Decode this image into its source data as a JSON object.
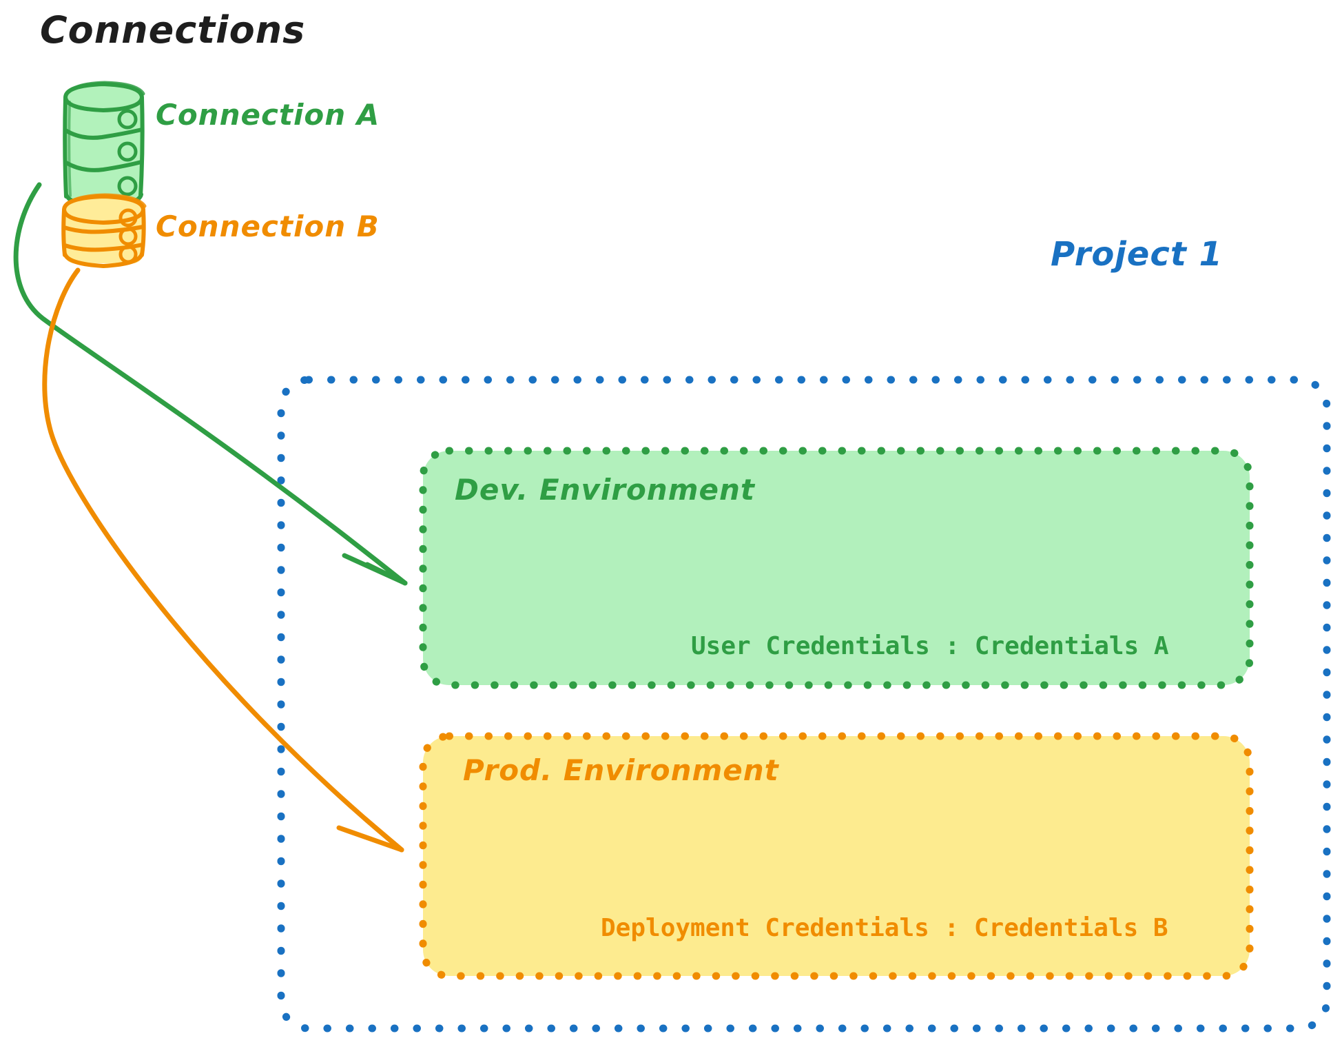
{
  "diagram": {
    "title": "Connections",
    "connections": [
      {
        "label": "Connection A",
        "icon": "database-cylinder-icon",
        "color": "#2f9e44",
        "fill": "#b2f2bb"
      },
      {
        "label": "Connection B",
        "icon": "database-cylinder-icon",
        "color": "#f08c00",
        "fill": "#ffec99"
      }
    ],
    "project": {
      "label": "Project 1",
      "color": "#1971c2",
      "border_style": "dotted",
      "environments": [
        {
          "name": "Dev. Environment",
          "credentials_label": "User Credentials : Credentials A",
          "color": "#2f9e44",
          "fill": "#b2f0bc",
          "border_style": "dotted"
        },
        {
          "name": "Prod. Environment",
          "credentials_label": "Deployment Credentials : Credentials B",
          "color": "#f08c00",
          "fill": "#fdeb8f",
          "border_style": "dotted"
        }
      ]
    },
    "arrows": [
      {
        "name": "arrow-connection-a-to-dev",
        "from": "Connection A",
        "to": "Dev. Environment",
        "color": "#2f9e44"
      },
      {
        "name": "arrow-connection-b-to-prod",
        "from": "Connection B",
        "to": "Prod. Environment",
        "color": "#f08c00"
      }
    ],
    "colors": {
      "green_stroke": "#2f9e44",
      "green_fill": "#b2f0bc",
      "orange_stroke": "#f08c00",
      "orange_fill": "#fdeb8f",
      "blue_stroke": "#1971c2",
      "text_black": "#1e1e1e"
    }
  }
}
